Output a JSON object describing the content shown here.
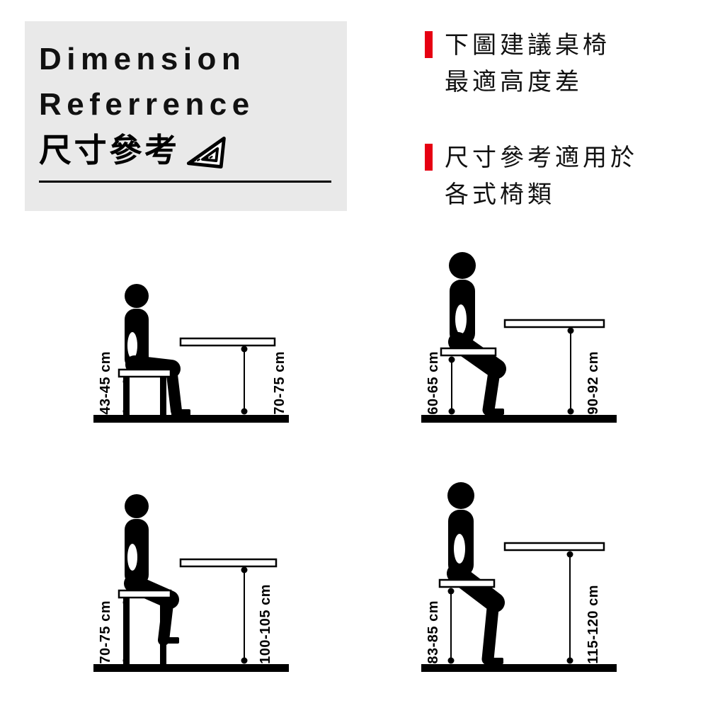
{
  "header": {
    "title_line1": "Dimension",
    "title_line2": "Referrence",
    "title_zh": "尺寸參考",
    "ruler_icon": "set-square-ruler-icon"
  },
  "notes": [
    {
      "line1": "下圖建議桌椅",
      "line2": "最適高度差"
    },
    {
      "line1": "尺寸參考適用於",
      "line2": "各式椅類"
    }
  ],
  "panels": [
    {
      "seat_label": "43-45 cm",
      "desk_label": "70-75 cm"
    },
    {
      "seat_label": "60-65 cm",
      "desk_label": "90-92 cm"
    },
    {
      "seat_label": "70-75 cm",
      "desk_label": "100-105 cm"
    },
    {
      "seat_label": "83-85 cm",
      "desk_label": "115-120 cm"
    }
  ],
  "colors": {
    "accent_red": "#e60012",
    "header_bg": "#e9e9e9",
    "ink": "#000000"
  }
}
